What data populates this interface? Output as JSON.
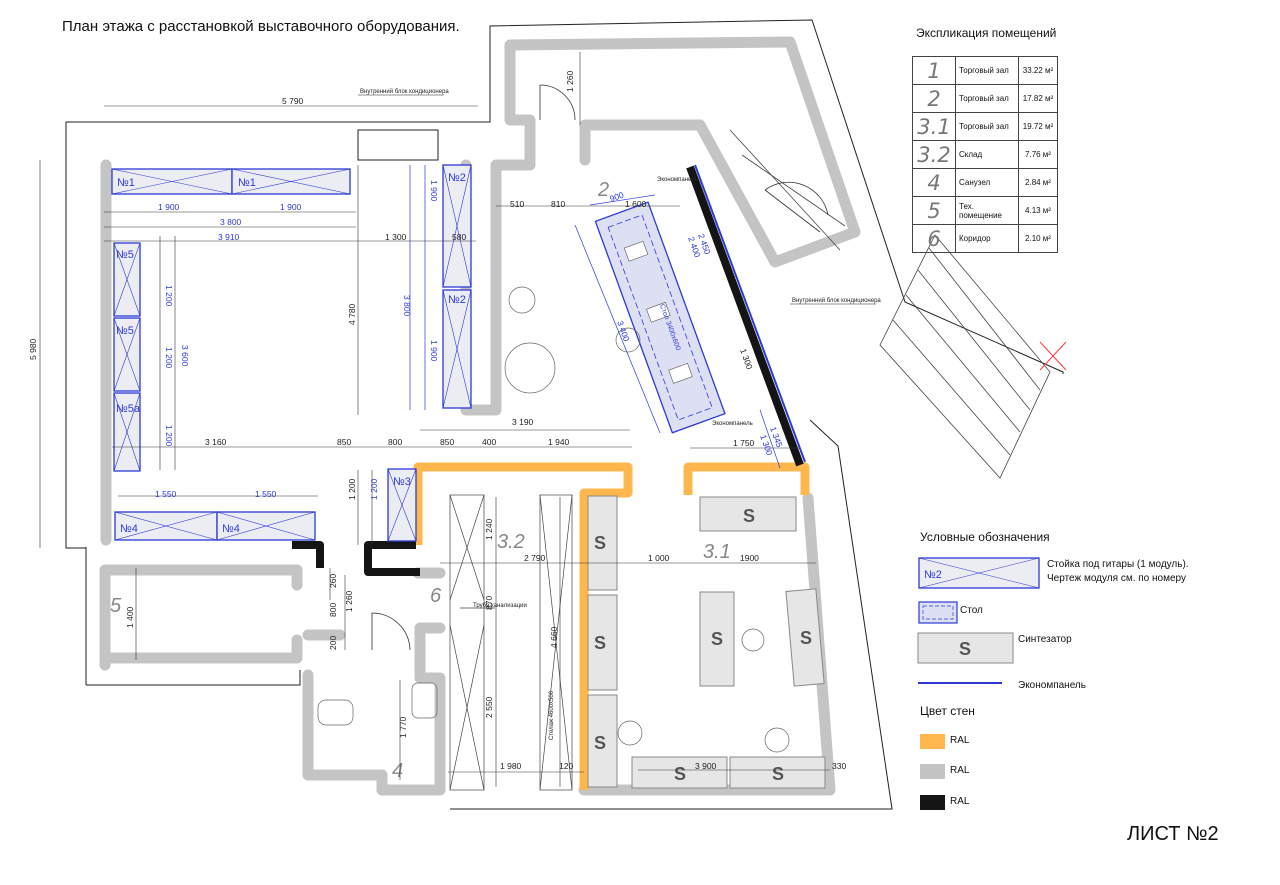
{
  "title": "План этажа с расстановкой выставочного оборудования.",
  "sheet": "ЛИСТ №2",
  "explication": {
    "title": "Экспликация помещений",
    "rows": [
      {
        "num": "1",
        "name": "Торговый зал",
        "area": "33.22 м²"
      },
      {
        "num": "2",
        "name": "Торговый зал",
        "area": "17.82 м²"
      },
      {
        "num": "3.1",
        "name": "Торговый зал",
        "area": "19.72 м²"
      },
      {
        "num": "3.2",
        "name": "Склад",
        "area": "7.76 м²"
      },
      {
        "num": "4",
        "name": "Санузел",
        "area": "2.84 м²"
      },
      {
        "num": "5",
        "name": "Тех. помещение",
        "area": "4.13 м²"
      },
      {
        "num": "6",
        "name": "Коридор",
        "area": "2.10 м²"
      }
    ]
  },
  "legend": {
    "title": "Условные обозначения",
    "module_tag": "№2",
    "module_line1": "Стойка под гитары (1 модуль).",
    "module_line2": "Чертеж модуля см. по номеру",
    "table": "Стол",
    "synth_tag": "S",
    "synth": "Синтезатор",
    "panel": "Экономпанель",
    "wall_title": "Цвет стен",
    "wall_colors": [
      {
        "label": "RAL",
        "color": "#ffb74d"
      },
      {
        "label": "RAL",
        "color": "#c4c4c4"
      },
      {
        "label": "RAL",
        "color": "#141414"
      }
    ]
  },
  "plan": {
    "ac_unit": "Внутренний блок кондиционера",
    "econom": "Экономпанель",
    "table_label": "Стол 3400х600",
    "rack_label": "Стелаж 4600х500",
    "pipe": "Труба канализации",
    "synth": "S",
    "rooms": {
      "r2": "2",
      "r31": "3.1",
      "r32": "3.2",
      "r4": "4",
      "r5": "5",
      "r6": "6"
    },
    "modules": {
      "n1": "№1",
      "n2": "№2",
      "n3": "№3",
      "n4": "№4",
      "n5": "№5",
      "n5a": "№5а"
    },
    "dims": {
      "d5790": "5 790",
      "d5980": "5 980",
      "d4780": "4 780",
      "d3800": "3 800",
      "d3910": "3 910",
      "d1900": "1 900",
      "d1300": "1 300",
      "d1200": "1 200",
      "d3600": "3 600",
      "d3160": "3 160",
      "d850": "850",
      "d800": "800",
      "d400": "400",
      "d1940": "1 940",
      "d3190": "3 190",
      "d1550": "1 550",
      "d510": "510",
      "d810": "810",
      "d1600": "1 600",
      "d900": "900",
      "d1260": "1 260",
      "d580": "580",
      "d3400": "3 400",
      "d2450": "2 450",
      "d2400": "2 400",
      "d1750": "1 750",
      "d1345": "1 345",
      "d1240": "1 240",
      "d2790": "2 790",
      "d1000": "1 000",
      "d1900b": "1900",
      "d870": "870",
      "d4660": "4 660",
      "d2550": "2 550",
      "d1980": "1 980",
      "d120": "120",
      "d3900": "3 900",
      "d330": "330",
      "d1770": "1 770",
      "d260": "260",
      "d200": "200",
      "d1400": "1 400"
    }
  }
}
